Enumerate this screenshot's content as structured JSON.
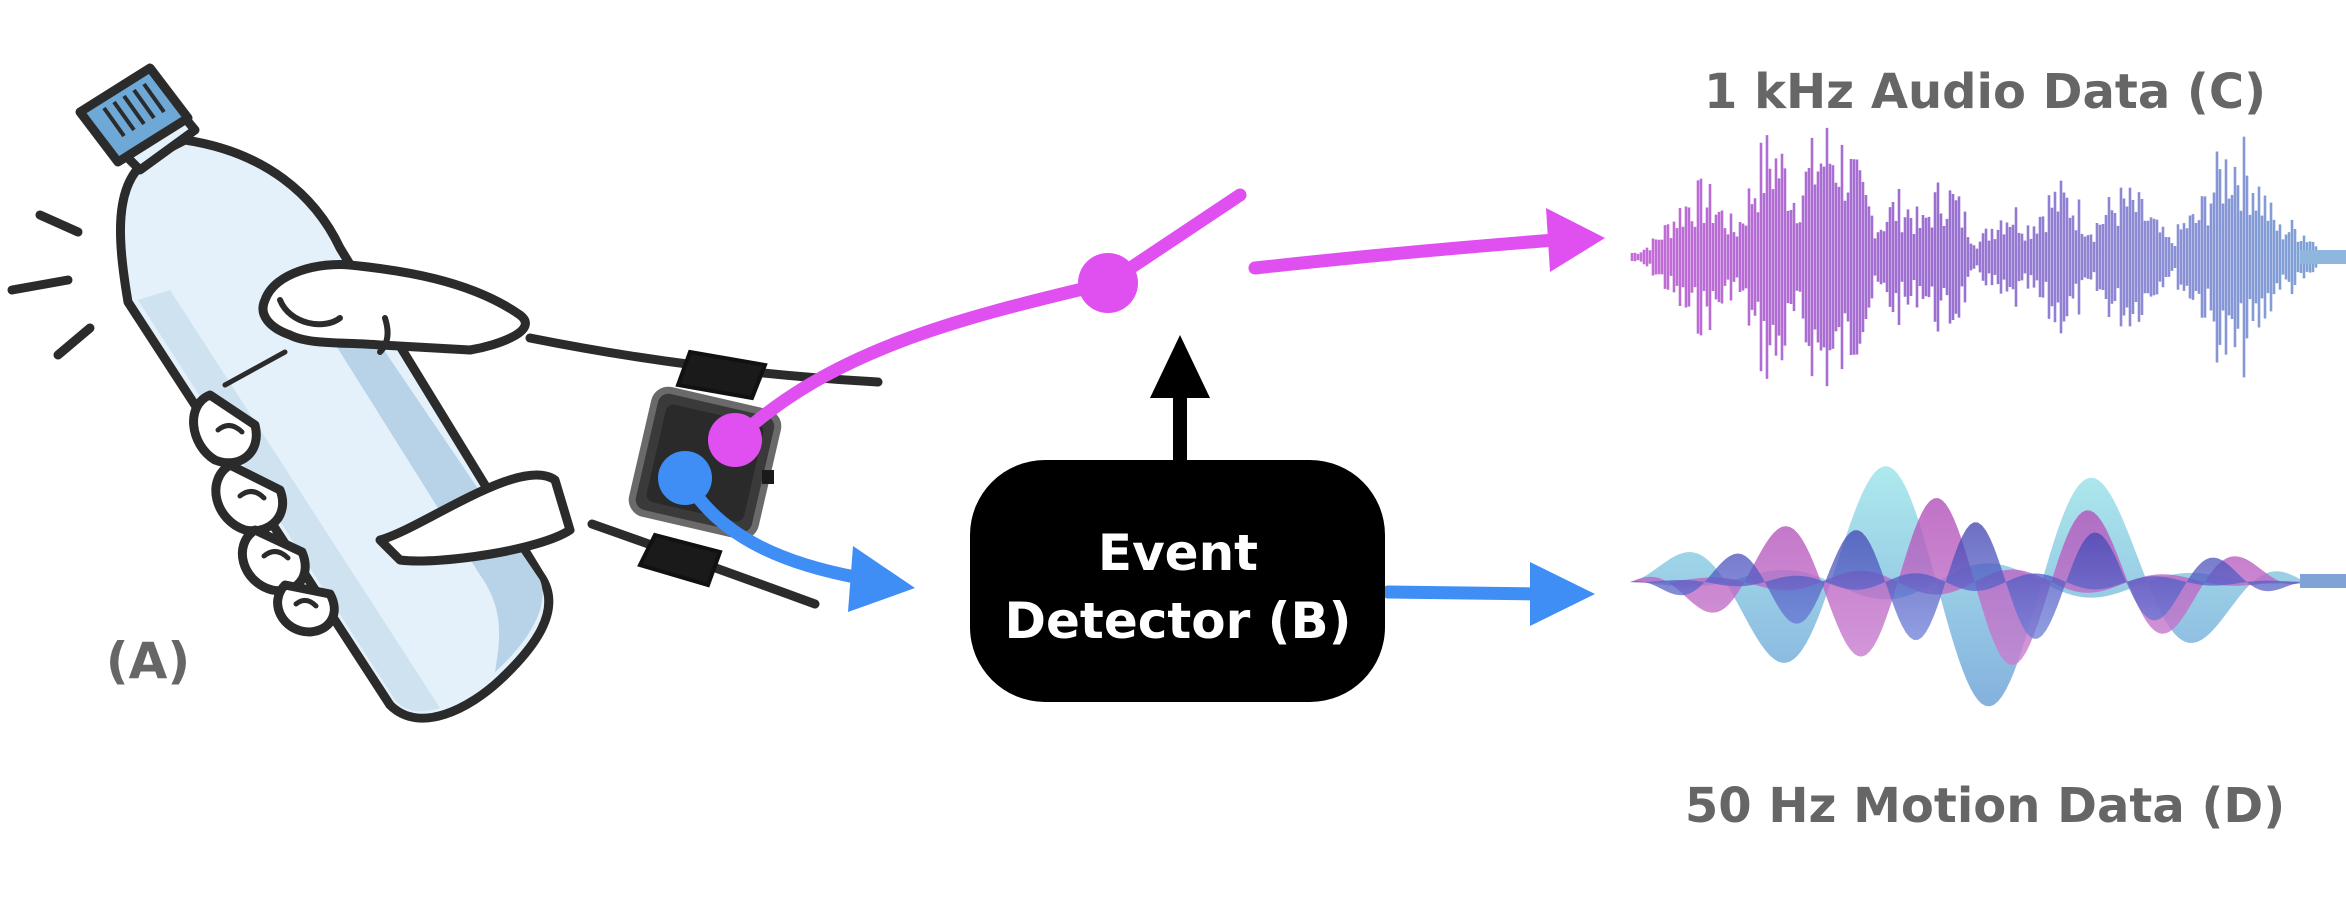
{
  "labels": {
    "hand": "(A)",
    "detector_line1": "Event",
    "detector_line2": "Detector (B)",
    "audio": "1 kHz Audio Data (C)",
    "motion": "50 Hz Motion Data (D)"
  },
  "colors": {
    "audio_path": "#e04ff0",
    "motion_path": "#3f8ef5",
    "detector": "#000000",
    "label_text": "#666666",
    "outline": "#2b2b2b",
    "bottle": "#e4f1fb",
    "bottle_shadow": "#b8d3e8",
    "cap": "#6ea8d6"
  }
}
